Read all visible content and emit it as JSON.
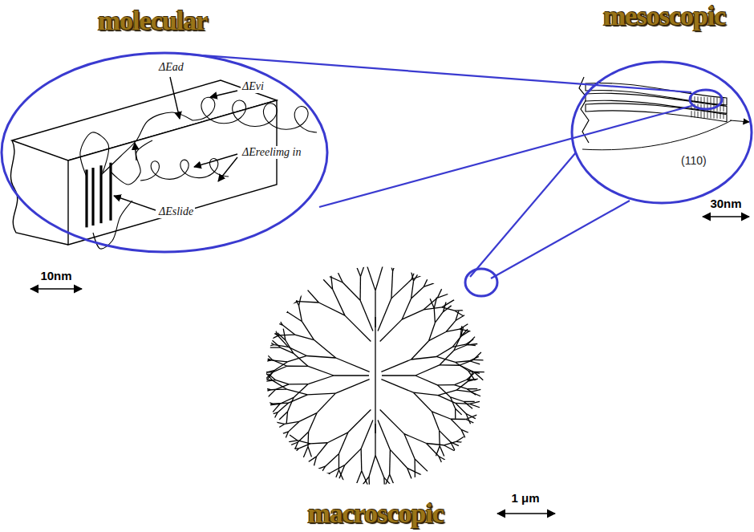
{
  "diagram": {
    "labels": [
      "molecular",
      "mesoscopic",
      "ΔEad",
      "ΔEvi",
      "ΔEreelimg in",
      "ΔEslide",
      "(110)",
      "10nm",
      "30nm",
      "1 μm",
      "macroscopic"
    ]
  }
}
